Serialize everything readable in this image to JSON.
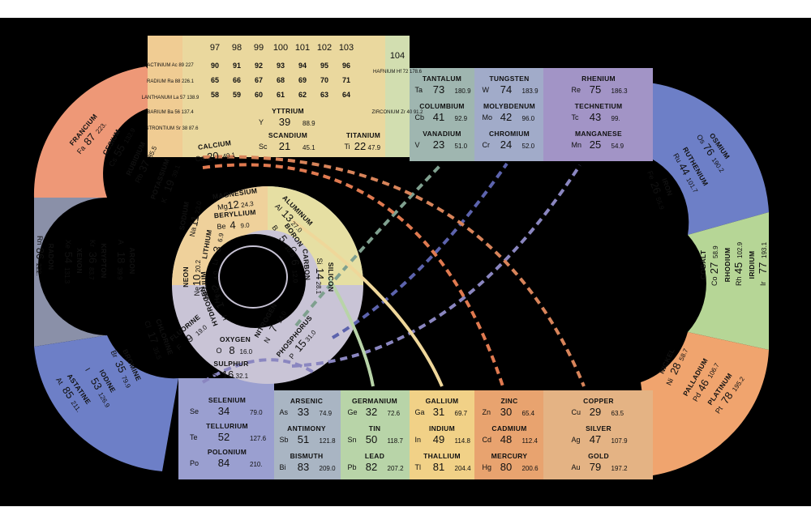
{
  "colors": {
    "background": "#000000",
    "group1": "#ee9877",
    "group2": "#efd19b",
    "group3": "#ead89e",
    "group4": "#b8d4a8",
    "group5": "#9fb6b0",
    "group6": "#a1abc9",
    "group7": "#a294c6",
    "group8": "#6d7fc7",
    "group9": "#b6d696",
    "group10": "#f0b07e",
    "group11": "#e4b384",
    "group12": "#f1d187",
    "noble": "#8a90a8",
    "ring": "#c9c4d6"
  },
  "header_numbers": [
    "97",
    "98",
    "99",
    "100",
    "101",
    "102",
    "103"
  ],
  "element_104": "104",
  "actinide_rows": {
    "row1": [
      "90",
      "91",
      "92",
      "93",
      "94",
      "95",
      "96"
    ],
    "row2": [
      "65",
      "66",
      "67",
      "68",
      "69",
      "70",
      "71"
    ],
    "row3": [
      "58",
      "59",
      "60",
      "61",
      "62",
      "63",
      "64"
    ]
  },
  "top_left_stack": [
    {
      "name": "ACTINIUM",
      "sym": "Ac",
      "num": "89",
      "wt": "227"
    },
    {
      "name": "RADIUM",
      "sym": "Ra",
      "num": "88",
      "wt": "226.1"
    },
    {
      "name": "LANTHANUM",
      "sym": "La",
      "num": "57",
      "wt": "138.9"
    },
    {
      "name": "BARIUM",
      "sym": "Ba",
      "num": "56",
      "wt": "137.4"
    },
    {
      "name": "STRONTIUM",
      "sym": "Sr",
      "num": "38",
      "wt": "87.6"
    },
    {
      "name": "HAFNIUM",
      "sym": "Hf",
      "num": "72",
      "wt": "178.6"
    },
    {
      "name": "ZIRCONIUM",
      "sym": "Zr",
      "num": "40",
      "wt": "91.2"
    }
  ],
  "center_top": [
    {
      "name": "YTTRIUM",
      "sym": "Y",
      "num": "39",
      "wt": "88.9"
    },
    {
      "name": "SCANDIUM",
      "sym": "Sc",
      "num": "21",
      "wt": "45.1"
    },
    {
      "name": "CALCIUM",
      "sym": "Ca",
      "num": "20",
      "wt": "40.1"
    },
    {
      "name": "TITANIUM",
      "sym": "Ti",
      "num": "22",
      "wt": "47.9"
    }
  ],
  "right_top": [
    {
      "name": "TANTALUM",
      "sym": "Ta",
      "num": "73",
      "wt": "180.9"
    },
    {
      "name": "COLUMBIUM",
      "sym": "Cb",
      "num": "41",
      "wt": "92.9"
    },
    {
      "name": "VANADIUM",
      "sym": "V",
      "num": "23",
      "wt": "51.0"
    },
    {
      "name": "TUNGSTEN",
      "sym": "W",
      "num": "74",
      "wt": "183.9"
    },
    {
      "name": "MOLYBDENUM",
      "sym": "Mo",
      "num": "42",
      "wt": "96.0"
    },
    {
      "name": "CHROMIUM",
      "sym": "Cr",
      "num": "24",
      "wt": "52.0"
    },
    {
      "name": "RHENIUM",
      "sym": "Re",
      "num": "75",
      "wt": "186.3"
    },
    {
      "name": "TECHNETIUM",
      "sym": "Tc",
      "num": "43",
      "wt": "99."
    },
    {
      "name": "MANGANESE",
      "sym": "Mn",
      "num": "25",
      "wt": "54.9"
    }
  ],
  "bottom_row": [
    {
      "name": "ARSENIC",
      "sym": "As",
      "num": "33",
      "wt": "74.9"
    },
    {
      "name": "ANTIMONY",
      "sym": "Sb",
      "num": "51",
      "wt": "121.8"
    },
    {
      "name": "BISMUTH",
      "sym": "Bi",
      "num": "83",
      "wt": "209.0"
    },
    {
      "name": "GERMANIUM",
      "sym": "Ge",
      "num": "32",
      "wt": "72.6"
    },
    {
      "name": "TIN",
      "sym": "Sn",
      "num": "50",
      "wt": "118.7"
    },
    {
      "name": "LEAD",
      "sym": "Pb",
      "num": "82",
      "wt": "207.2"
    },
    {
      "name": "GALLIUM",
      "sym": "Ga",
      "num": "31",
      "wt": "69.7"
    },
    {
      "name": "INDIUM",
      "sym": "In",
      "num": "49",
      "wt": "114.8"
    },
    {
      "name": "THALLIUM",
      "sym": "Tl",
      "num": "81",
      "wt": "204.4"
    },
    {
      "name": "ZINC",
      "sym": "Zn",
      "num": "30",
      "wt": "65.4"
    },
    {
      "name": "CADMIUM",
      "sym": "Cd",
      "num": "48",
      "wt": "112.4"
    },
    {
      "name": "MERCURY",
      "sym": "Hg",
      "num": "80",
      "wt": "200.6"
    },
    {
      "name": "COPPER",
      "sym": "Cu",
      "num": "29",
      "wt": "63.5"
    },
    {
      "name": "SILVER",
      "sym": "Ag",
      "num": "47",
      "wt": "107.9"
    },
    {
      "name": "GOLD",
      "sym": "Au",
      "num": "79",
      "wt": "197.2"
    }
  ],
  "bottom_left": [
    {
      "name": "SELENIUM",
      "sym": "Se",
      "num": "34",
      "wt": "79.0"
    },
    {
      "name": "TELLURIUM",
      "sym": "Te",
      "num": "52",
      "wt": "127.6"
    },
    {
      "name": "POLONIUM",
      "sym": "Po",
      "num": "84",
      "wt": "210."
    }
  ],
  "left_arc": [
    {
      "name": "FRANCIUM",
      "sym": "Fa",
      "num": "87",
      "wt": "223."
    },
    {
      "name": "CESIUM",
      "sym": "Cs",
      "num": "55",
      "wt": "132.9"
    },
    {
      "name": "RUBIDIUM",
      "sym": "Rb",
      "num": "37",
      "wt": "85.5"
    },
    {
      "name": "POTASSIUM",
      "sym": "K",
      "num": "19",
      "wt": "39.1"
    },
    {
      "name": "RADON",
      "sym": "Rn",
      "num": "86",
      "wt": "222."
    },
    {
      "name": "XENON",
      "sym": "Xe",
      "num": "54",
      "wt": "131.3"
    },
    {
      "name": "KRYPTON",
      "sym": "Kr",
      "num": "36",
      "wt": "83.7"
    },
    {
      "name": "ARGON",
      "sym": "A",
      "num": "18",
      "wt": "39.9"
    },
    {
      "name": "ASTATINE",
      "sym": "At",
      "num": "85",
      "wt": "211."
    },
    {
      "name": "IODINE",
      "sym": "I",
      "num": "53",
      "wt": "126.9"
    },
    {
      "name": "BROMINE",
      "sym": "Br",
      "num": "35",
      "wt": "79.9"
    },
    {
      "name": "CHLORINE",
      "sym": "Cl",
      "num": "17",
      "wt": "35.5"
    }
  ],
  "right_arc": [
    {
      "name": "OSMIUM",
      "sym": "Os",
      "num": "76",
      "wt": "190.2"
    },
    {
      "name": "RUTHENIUM",
      "sym": "Ru",
      "num": "44",
      "wt": "101.7"
    },
    {
      "name": "IRON",
      "sym": "Fe",
      "num": "26",
      "wt": "55.9"
    },
    {
      "name": "IRIDIUM",
      "sym": "Ir",
      "num": "77",
      "wt": "193.1"
    },
    {
      "name": "RHODIUM",
      "sym": "Rh",
      "num": "45",
      "wt": "102.9"
    },
    {
      "name": "COBALT",
      "sym": "Co",
      "num": "27",
      "wt": "58.9"
    },
    {
      "name": "PLATINUM",
      "sym": "Pt",
      "num": "78",
      "wt": "195.2"
    },
    {
      "name": "PALLADIUM",
      "sym": "Pd",
      "num": "46",
      "wt": "106.7"
    },
    {
      "name": "NICKEL",
      "sym": "Ni",
      "num": "28",
      "wt": "58.7"
    }
  ],
  "spiral": [
    {
      "name": "MAGNESIUM",
      "sym": "Mg",
      "num": "12",
      "wt": "24.3"
    },
    {
      "name": "ALUMINUM",
      "sym": "Al",
      "num": "13",
      "wt": "27.0"
    },
    {
      "name": "SODIUM",
      "sym": "Na",
      "num": "11",
      "wt": "23.0"
    },
    {
      "name": "BERYLLIUM",
      "sym": "Be",
      "num": "4",
      "wt": "9.0"
    },
    {
      "name": "BORON",
      "sym": "B",
      "num": "5",
      "wt": "10.8"
    },
    {
      "name": "LITHIUM",
      "sym": "Li",
      "num": "3",
      "wt": "6.9"
    },
    {
      "name": "CARBON",
      "sym": "C",
      "num": "6",
      "wt": "12.0"
    },
    {
      "name": "SILICON",
      "sym": "Si",
      "num": "14",
      "wt": "28.1"
    },
    {
      "name": "NEON",
      "sym": "Ne",
      "num": "10",
      "wt": "20.2"
    },
    {
      "name": "HELIUM",
      "sym": "He",
      "num": "2",
      "wt": "4.0"
    },
    {
      "name": "HYDROGEN",
      "sym": "H",
      "num": "1",
      "wt": "1.0"
    },
    {
      "name": "NITROGEN",
      "sym": "N",
      "num": "7",
      "wt": "14.0"
    },
    {
      "name": "PHOSPHORUS",
      "sym": "P",
      "num": "15",
      "wt": "31.0"
    },
    {
      "name": "FLUORINE",
      "sym": "F",
      "num": "9",
      "wt": "19.0"
    },
    {
      "name": "OXYGEN",
      "sym": "O",
      "num": "8",
      "wt": "16.0"
    },
    {
      "name": "SULPHUR",
      "sym": "S",
      "num": "16",
      "wt": "32.1"
    }
  ]
}
